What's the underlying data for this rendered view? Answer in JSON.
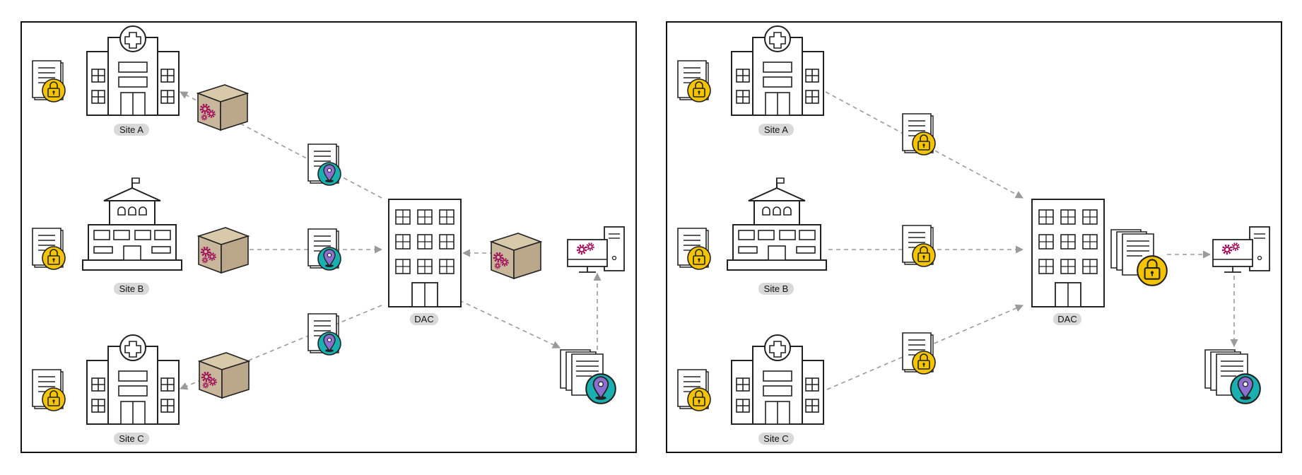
{
  "panels": [
    {
      "id": "federated",
      "sites": [
        {
          "label": "Site A",
          "type": "hospital"
        },
        {
          "label": "Site B",
          "type": "school"
        },
        {
          "label": "Site C",
          "type": "hospital"
        }
      ],
      "center": {
        "label": "DAC"
      }
    },
    {
      "id": "centralized",
      "sites": [
        {
          "label": "Site A",
          "type": "hospital"
        },
        {
          "label": "Site B",
          "type": "school"
        },
        {
          "label": "Site C",
          "type": "hospital"
        }
      ],
      "center": {
        "label": "DAC"
      }
    }
  ],
  "colors": {
    "lock_badge": "#f5c400",
    "pin_badge": "#1ab0b0",
    "pin": "#8a6fcf",
    "gear": "#a0105a",
    "box": "#c8b79b",
    "arrow": "#9a9a9a",
    "label_pill": "#d9d9d9"
  },
  "icons": [
    "document-lock-icon",
    "document-pin-icon",
    "model-box-icon",
    "workstation-icon",
    "hospital-icon",
    "school-icon",
    "office-building-icon"
  ]
}
